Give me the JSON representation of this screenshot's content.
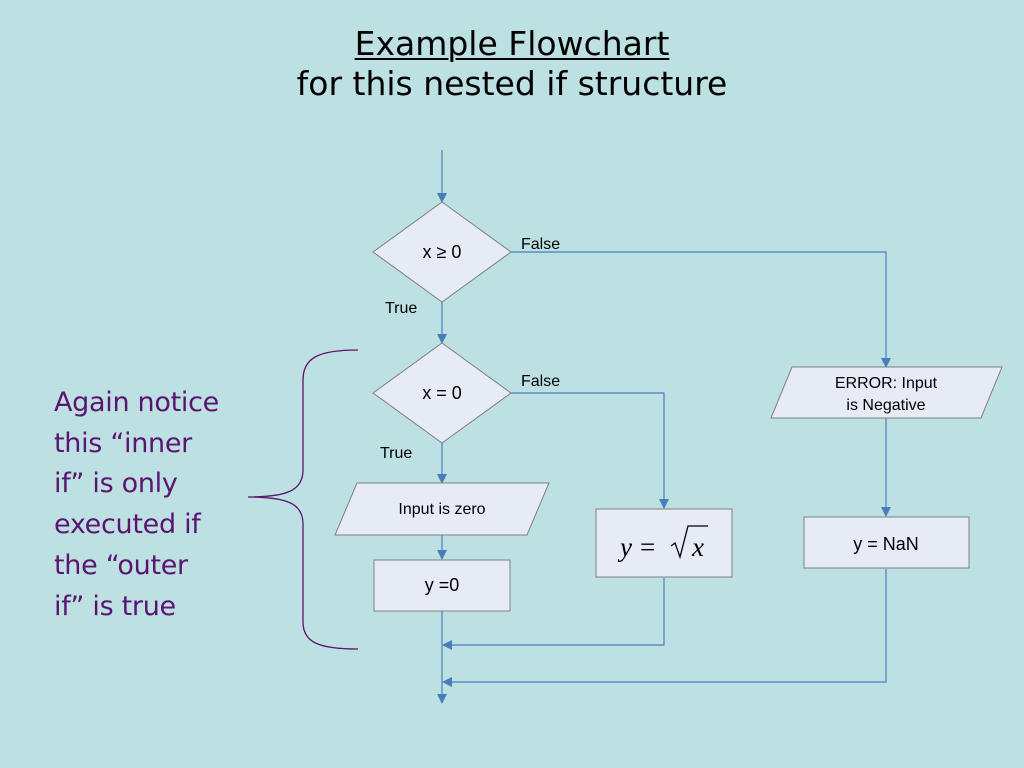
{
  "slide": {
    "title": "Example Flowchart",
    "subtitle": "for this nested if  structure",
    "note_lines": [
      "Again notice",
      "this “inner",
      "if” is only",
      "executed if",
      "the “outer",
      "if” is true"
    ]
  },
  "flowchart": {
    "decision_outer": "x ≥ 0",
    "decision_inner": "x = 0",
    "labels": {
      "false_outer": "False",
      "true_outer": "True",
      "false_inner": "False",
      "true_inner": "True"
    },
    "error_output_lines": [
      "ERROR: Input",
      "is Negative"
    ],
    "zero_output": "Input is zero",
    "assign_zero": "y =0",
    "assign_nan": "y = NaN",
    "assign_sqrt": {
      "y": "y",
      "eq": "=",
      "x": "x"
    }
  },
  "colors": {
    "background": "#bde0e3",
    "connector": "#4a7ebb",
    "shape_fill": "#e6ebf5",
    "shape_stroke": "#7f7f7f",
    "note_text": "#5b1470",
    "brace": "#5b1470"
  }
}
